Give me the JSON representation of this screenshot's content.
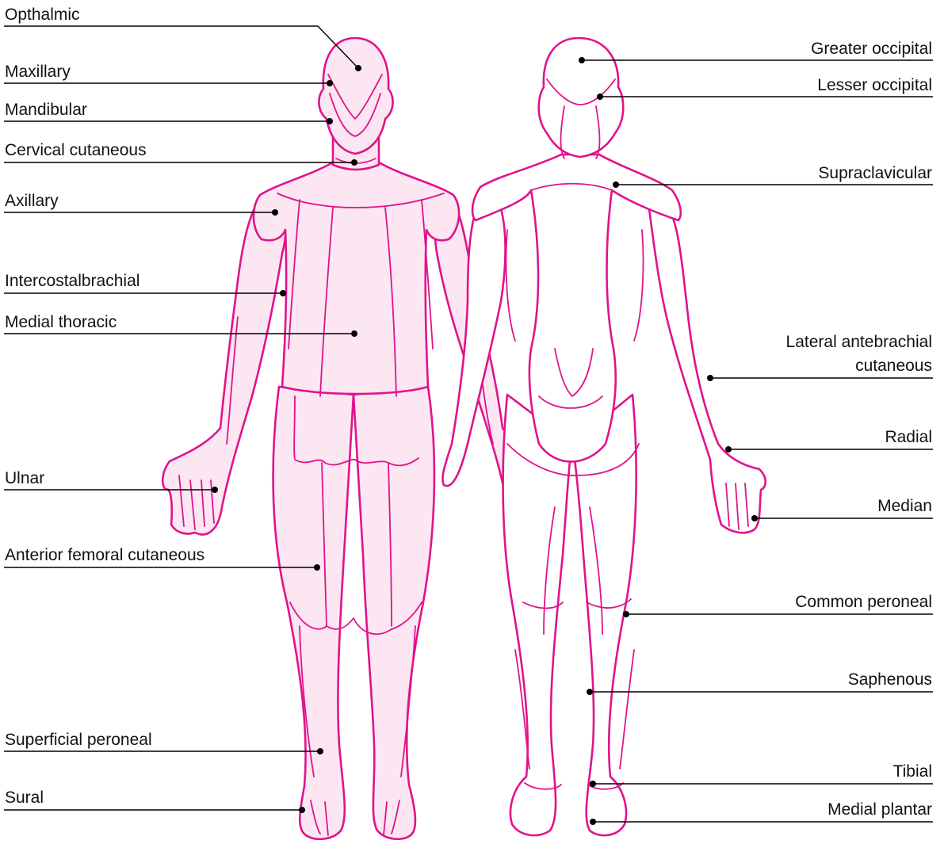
{
  "colors": {
    "outline": "#e0138c",
    "front_fill": "#fbe6f1",
    "back_fill": "#ffffff",
    "leader": "#000000"
  },
  "labels": {
    "opthalmic": "Opthalmic",
    "maxillary": "Maxillary",
    "mandibular": "Mandibular",
    "cervical_cutaneous": "Cervical cutaneous",
    "axillary": "Axillary",
    "intercostalbrachial": "Intercostalbrachial",
    "medial_thoracic": "Medial thoracic",
    "ulnar": "Ulnar",
    "anterior_femoral_cutaneous": "Anterior femoral cutaneous",
    "superficial_peroneal": "Superficial peroneal",
    "sural": "Sural",
    "greater_occipital": "Greater occipital",
    "lesser_occipital": "Lesser occipital",
    "supraclavicular": "Supraclavicular",
    "lateral_antebrachial_1": "Lateral antebrachial",
    "lateral_antebrachial_2": "cutaneous",
    "radial": "Radial",
    "median": "Median",
    "common_peroneal": "Common peroneal",
    "saphenous": "Saphenous",
    "tibial": "Tibial",
    "medial_plantar": "Medial plantar"
  }
}
